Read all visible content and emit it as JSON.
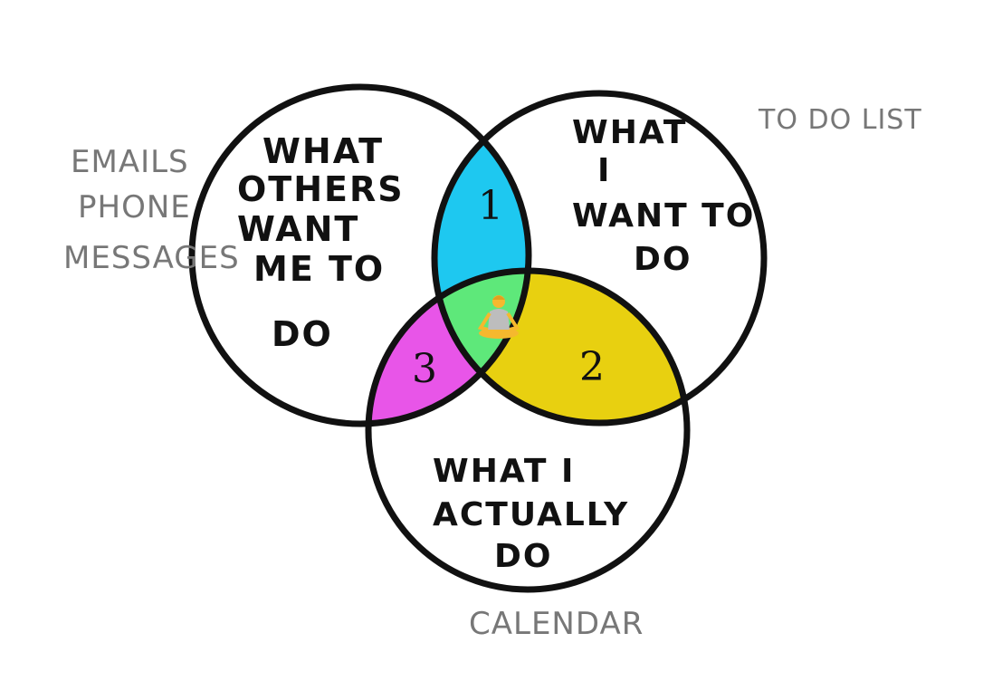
{
  "colors": {
    "only_left_right": "#1ec8f0",
    "only_right_bottom": "#e8d010",
    "only_left_bottom": "#e855e8",
    "all_three": "#5ee87a",
    "stroke": "#111111",
    "side_label": "#777777"
  },
  "circles": {
    "left": {
      "lines": [
        "WHAT",
        "OTHERS",
        "WANT",
        "ME TO",
        "DO"
      ]
    },
    "right": {
      "lines": [
        "WHAT",
        "I",
        "WANT TO",
        "DO"
      ]
    },
    "bottom": {
      "lines": [
        "WHAT I",
        "ACTUALLY",
        "DO"
      ]
    }
  },
  "regions": {
    "left_right": "1",
    "right_bottom": "2",
    "left_bottom": "3",
    "center_icon": "meditating-person-icon"
  },
  "side_labels": {
    "left": [
      "EMAILS",
      "PHONE",
      "MESSAGES"
    ],
    "right": "TO DO LIST",
    "bottom": "CALENDAR"
  }
}
